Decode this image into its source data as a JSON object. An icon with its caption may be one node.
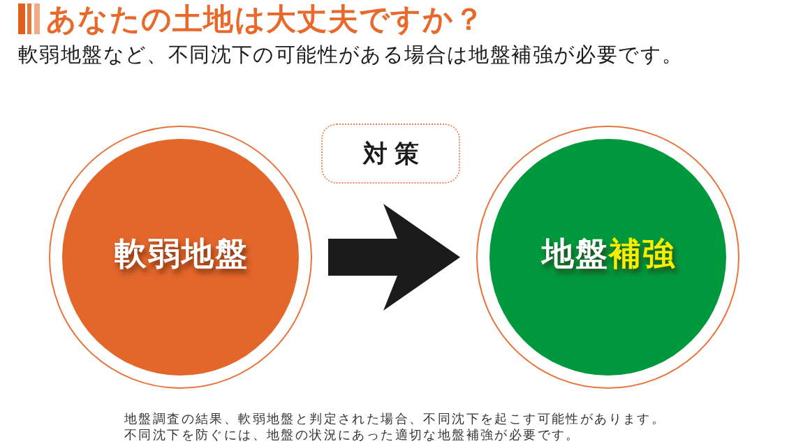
{
  "diagram": {
    "title": "あなたの土地は大丈夫ですか？",
    "nodes": [
      {
        "text": [
          "軟弱地盤"
        ]
      },
      {
        "text": [
          "対策"
        ]
      },
      {
        "text": [
          "地盤**補強**"
        ]
      }
    ],
    "edges": [
      {
        "from": 0,
        "to": 2,
        "arrow": "to"
      }
    ],
    "labels": [
      "軟弱地盤など、不同沈下の可能性がある場合は地盤補強が必要です。",
      "地盤調査の結果、軟弱地盤と判定された場合、不同沈下を起こす可能性があります。",
      "不同沈下を防ぐには、地盤の状況にあった適切な地盤補強が必要です。"
    ]
  }
}
